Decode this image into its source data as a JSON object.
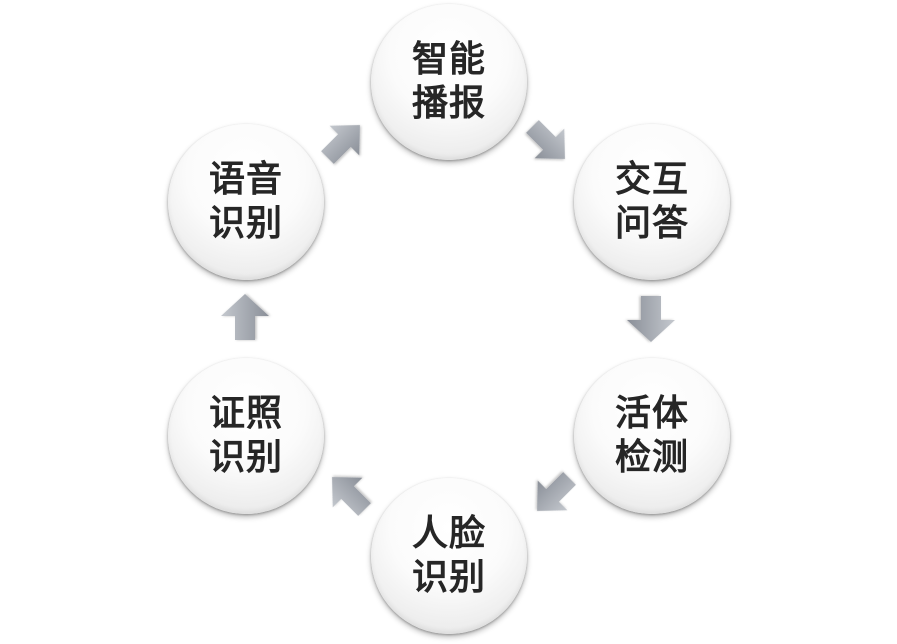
{
  "diagram": {
    "nodes": [
      {
        "id": "top",
        "line1": "智能",
        "line2": "播报"
      },
      {
        "id": "right1",
        "line1": "交互",
        "line2": "问答"
      },
      {
        "id": "right2",
        "line1": "活体",
        "line2": "检测"
      },
      {
        "id": "bottom",
        "line1": "人脸",
        "line2": "识别"
      },
      {
        "id": "left2",
        "line1": "证照",
        "line2": "识别"
      },
      {
        "id": "left1",
        "line1": "语音",
        "line2": "识别"
      }
    ],
    "flow": [
      "top",
      "right1",
      "right2",
      "bottom",
      "left2",
      "left1",
      "top"
    ],
    "colors": {
      "text": "#262626",
      "arrow_light": "#c4c8ce",
      "arrow_dark": "#8a8f98"
    }
  }
}
